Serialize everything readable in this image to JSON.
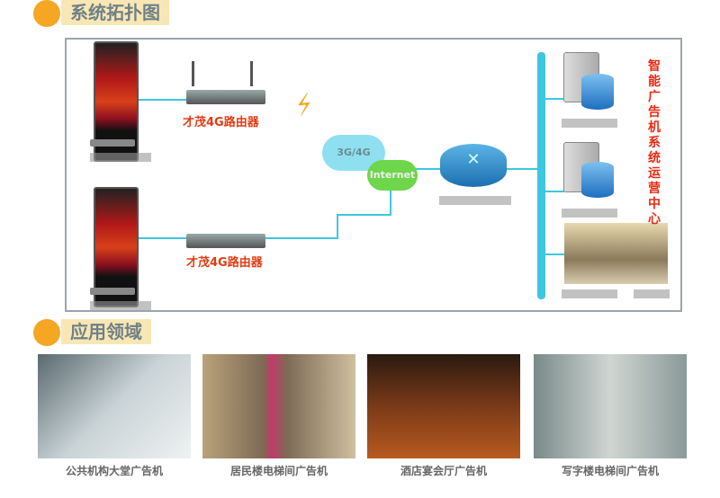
{
  "section1": {
    "title": "系统拓扑图"
  },
  "diagram": {
    "router_label_1": "才茂4G路由器",
    "router_label_2": "才茂4G路由器",
    "cloud_3g4g": "3G/4G",
    "cloud_internet": "Internet",
    "center_title": "智能广告机系统运营中心",
    "colors": {
      "line": "#3fc6e0",
      "accent": "#e23b12",
      "header_dot": "#f5a623"
    }
  },
  "section2": {
    "title": "应用领域"
  },
  "applications": [
    {
      "caption": "公共机构大堂广告机"
    },
    {
      "caption": "居民楼电梯间广告机"
    },
    {
      "caption": "酒店宴会厅广告机"
    },
    {
      "caption": "写字楼电梯间广告机"
    }
  ]
}
